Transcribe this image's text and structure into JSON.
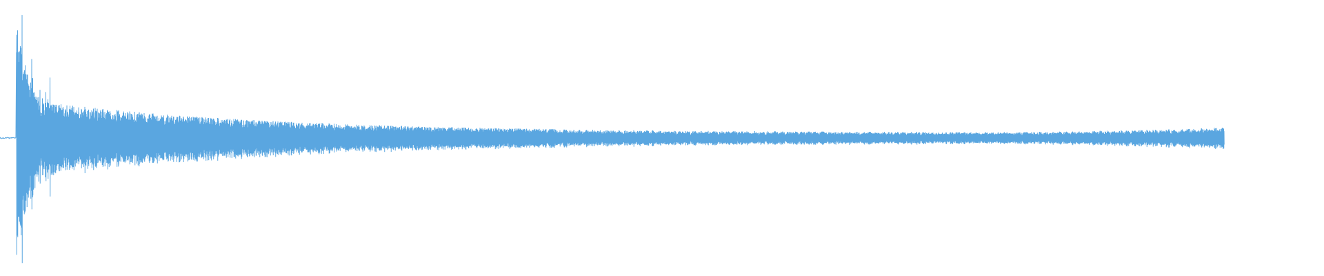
{
  "waveform": {
    "color": "#5aa6e0",
    "background": "#ffffff",
    "channels": 1,
    "envelope": {
      "attack_peak_fraction": 0.84,
      "early_body_fraction": 0.25,
      "late_ripple_fraction": 0.04,
      "tail_swell_fraction": 0.06,
      "pre_roll_level_fraction": 0.005,
      "decay_profile": "exponential"
    },
    "notes": []
  }
}
